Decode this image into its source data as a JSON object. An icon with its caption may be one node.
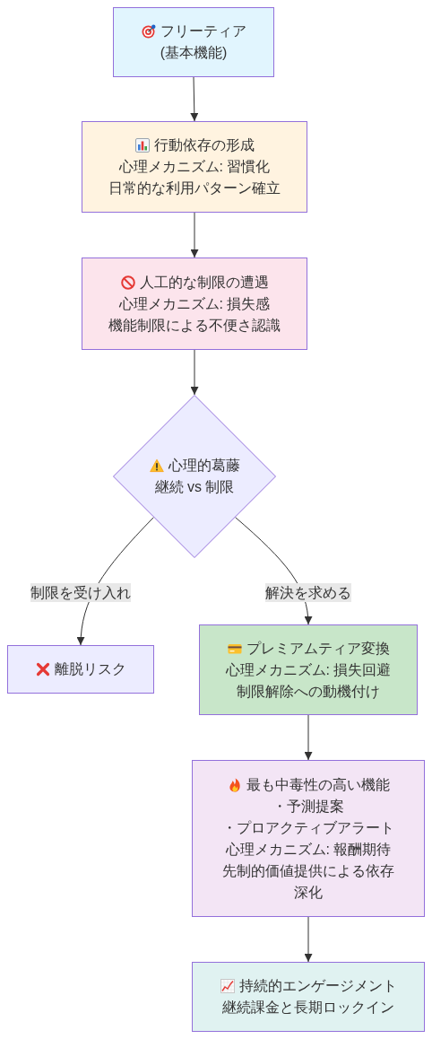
{
  "diagram": {
    "nodes": [
      {
        "text": [
          "フリーティア",
          "(基本機能)"
        ]
      },
      {
        "text": [
          "行動依存の形成",
          "心理メカニズム: 習慣化",
          "日常的な利用パターン確立"
        ]
      },
      {
        "text": [
          "人工的な制限の遭遇",
          "心理メカニズム: 損失感",
          "機能制限による不便さ認識"
        ]
      },
      {
        "text": [
          "心理的葛藤",
          "継続 vs 制限"
        ]
      },
      {
        "text": [
          "離脱リスク"
        ]
      },
      {
        "text": [
          "プレミアムティア変換",
          "心理メカニズム: 損失回避",
          "制限解除への動機付け"
        ]
      },
      {
        "text": [
          "最も中毒性の高い機能",
          "・予測提案",
          "・プロアクティブアラート",
          "心理メカニズム: 報酬期待",
          "先制的価値提供による依存深化"
        ]
      },
      {
        "text": [
          "持続的エンゲージメント",
          "継続課金と長期ロックイン"
        ]
      }
    ],
    "edges": [
      {
        "from": 0,
        "to": 1,
        "arrow": "to"
      },
      {
        "from": 1,
        "to": 2,
        "arrow": "to"
      },
      {
        "from": 2,
        "to": 3,
        "arrow": "to"
      },
      {
        "from": 3,
        "to": 4,
        "arrow": "to",
        "label": "制限を受け入れ"
      },
      {
        "from": 3,
        "to": 5,
        "arrow": "to",
        "label": "解決を求める"
      },
      {
        "from": 5,
        "to": 6,
        "arrow": "to"
      },
      {
        "from": 6,
        "to": 7,
        "arrow": "to"
      }
    ]
  }
}
